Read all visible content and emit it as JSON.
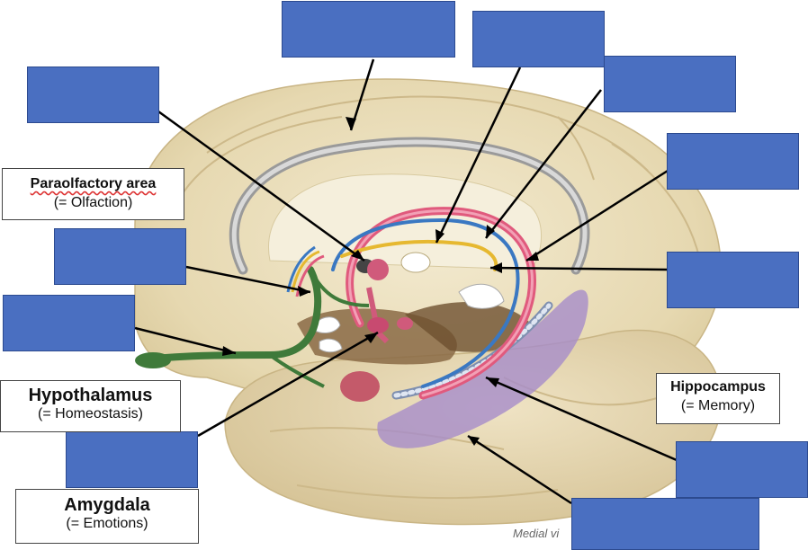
{
  "labels": {
    "paraolfactory": {
      "title": "Paraolfactory area",
      "sub": "(= Olfaction)"
    },
    "hypothalamus": {
      "title": "Hypothalamus",
      "sub": "(= Homeostasis)"
    },
    "amygdala": {
      "title": "Amygdala",
      "sub": "(= Emotions)"
    },
    "hippocampus": {
      "title": "Hippocampus",
      "sub": "(= Memory)"
    }
  },
  "caption": "Medial vi",
  "colors": {
    "blank_box": "#4a6fc1",
    "brain_tissue": "#e8dcb8",
    "fornix_pink": "#e05a7d",
    "stria_blue": "#3a78c2",
    "stria_yellow": "#e6b830",
    "olfactory_green": "#3f7a3a",
    "hippocampal_purple": "#a68cc9"
  },
  "blank_boxes_count_note": ""
}
